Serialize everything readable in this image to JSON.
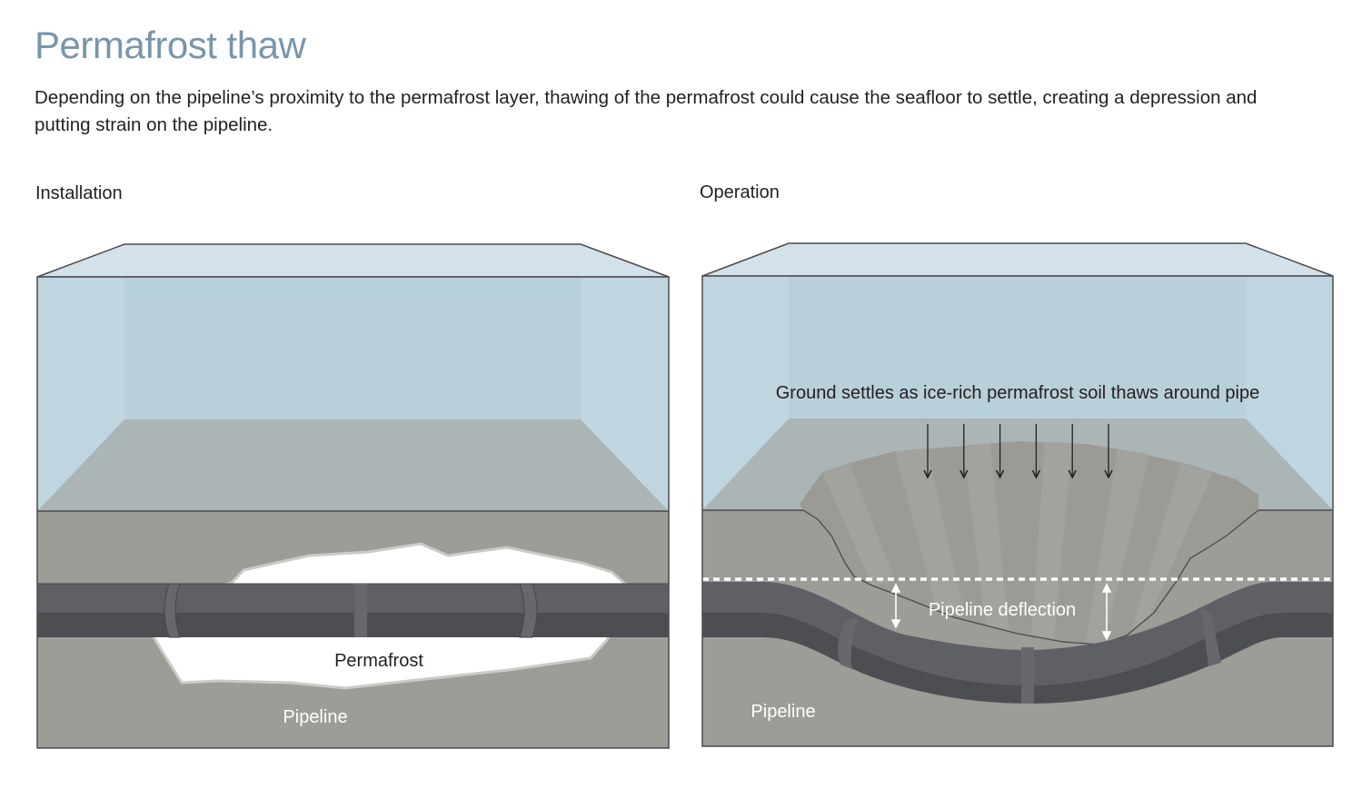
{
  "header": {
    "title": "Permafrost thaw",
    "description": "Depending on the pipeline’s proximity to the permafrost layer, thawing of the permafrost could cause the seafloor to settle, creating a depression and putting strain on the pipeline."
  },
  "panels": {
    "installation": {
      "label": "Installation",
      "permafrost_label": "Permafrost",
      "pipeline_label": "Pipeline"
    },
    "operation": {
      "label": "Operation",
      "settle_annotation": "Ground settles as ice-rich permafrost soil thaws around pipe",
      "deflection_label": "Pipeline deflection",
      "pipeline_label": "Pipeline",
      "down_arrow_count": 6
    }
  },
  "colors": {
    "title": "#7896aa",
    "water_front": "#bfd6e0",
    "water_back": "#b8d0da",
    "water_top": "#d3e2ea",
    "seafloor_surface": "#abb5b6",
    "sediment": "#9c9d97",
    "permafrost": "#ffffff",
    "pipe_upper": "#5f6066",
    "pipe_lower": "#4d4e52",
    "outline": "#4a4a4e"
  }
}
